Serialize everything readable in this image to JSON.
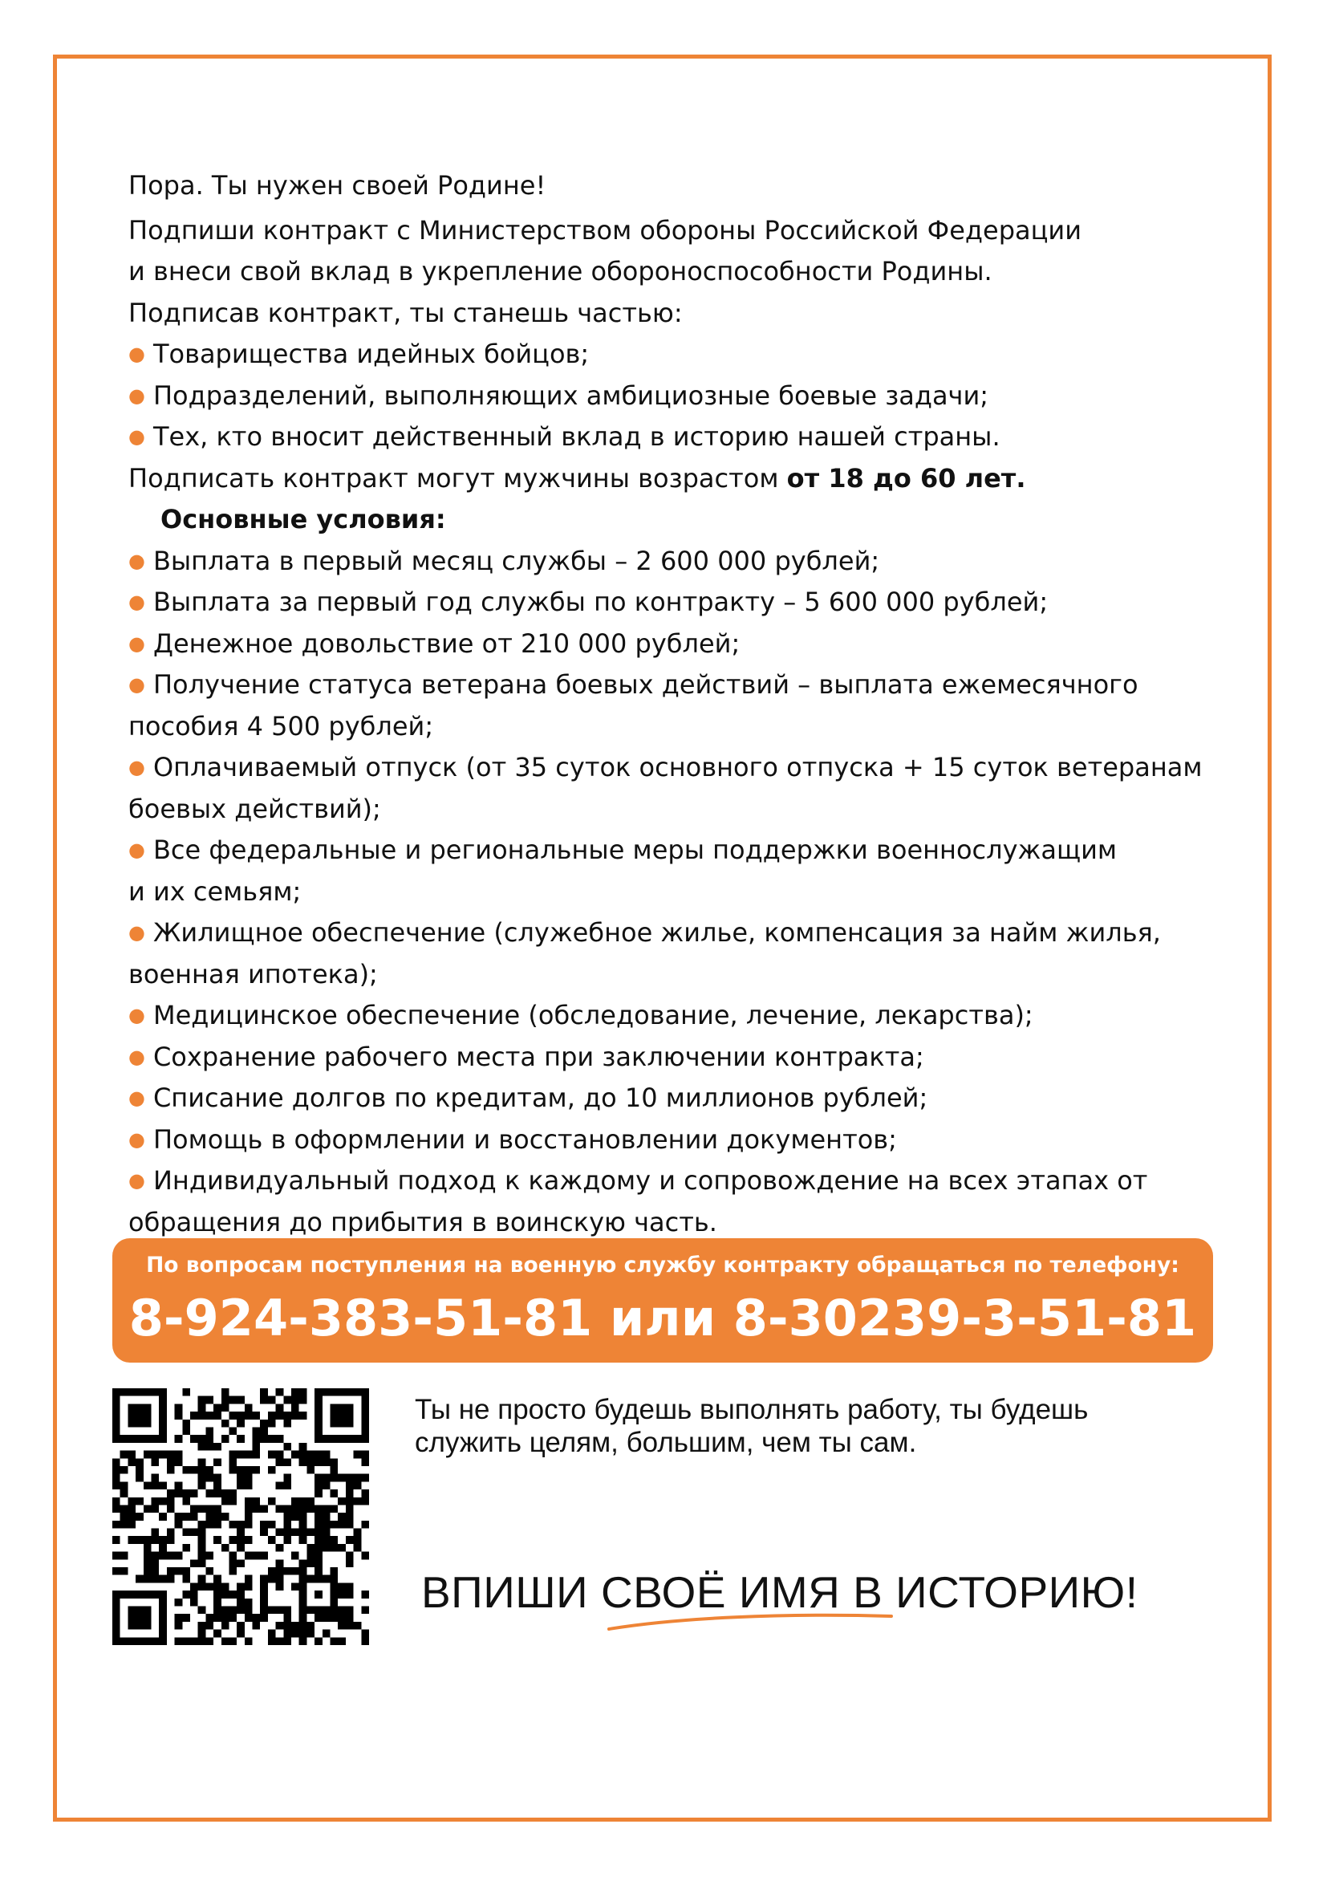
{
  "intro": {
    "heading": "Пора. Ты нужен своей Родине!",
    "line1": "Подпиши контракт с Министерством обороны Российской Федерации",
    "line2": "и внеси свой вклад в укрепление обороноспособности Родины.",
    "part_of": "Подписав контракт, ты станешь частью:"
  },
  "benefits": [
    "Товарищества идейных бойцов;",
    "Подразделений, выполняющих амбициозные боевые задачи;",
    "Тех, кто вносит действенный вклад в историю нашей страны."
  ],
  "eligibility": {
    "text": "Подписать контракт могут мужчины возрастом ",
    "age": "от 18 до 60 лет."
  },
  "conditions_title": "Основные условия:",
  "conditions": [
    [
      "Выплата в первый месяц службы – 2 600 000 рублей;"
    ],
    [
      "Выплата за первый год службы по контракту – 5 600 000 рублей;"
    ],
    [
      "Денежное довольствие от 210 000 рублей;"
    ],
    [
      "Получение статуса ветерана боевых действий – выплата ежемесячного",
      "пособия 4 500 рублей;"
    ],
    [
      "Оплачиваемый отпуск (от 35 суток основного отпуска + 15 суток ветеранам",
      "боевых действий);"
    ],
    [
      "Все федеральные и региональные меры поддержки военнослужащим",
      "и их семьям;"
    ],
    [
      "Жилищное обеспечение (служебное жилье, компенсация за найм жилья,",
      "военная ипотека);"
    ],
    [
      "Медицинское обеспечение (обследование, лечение, лекарства);"
    ],
    [
      "Сохранение рабочего места при заключении контракта;"
    ],
    [
      "Списание долгов по кредитам, до 10 миллионов рублей;"
    ],
    [
      "Помощь в оформлении и восстановлении документов;"
    ],
    [
      "Индивидуальный подход к каждому и сопровождение на всех этапах от",
      "обращения до прибытия в воинскую часть."
    ]
  ],
  "contact": {
    "label": "По вопросам поступления на военную службу контракту обращаться по телефону:",
    "phones": "8-924-383-51-81 или 8-30239-3-51-81"
  },
  "slogan": {
    "line1": "Ты не просто будешь выполнять работу, ты будешь",
    "line2": "служить целям, большим, чем ты сам."
  },
  "motto": "ВПИШИ СВОЁ ИМЯ В ИСТОРИЮ!",
  "colors": {
    "accent": "#ee8436",
    "text": "#111111",
    "background": "#ffffff"
  },
  "icons": {
    "bullet": "orange-dot-icon",
    "qr": "qr-code-icon",
    "underline": "orange-swoosh-underline"
  }
}
